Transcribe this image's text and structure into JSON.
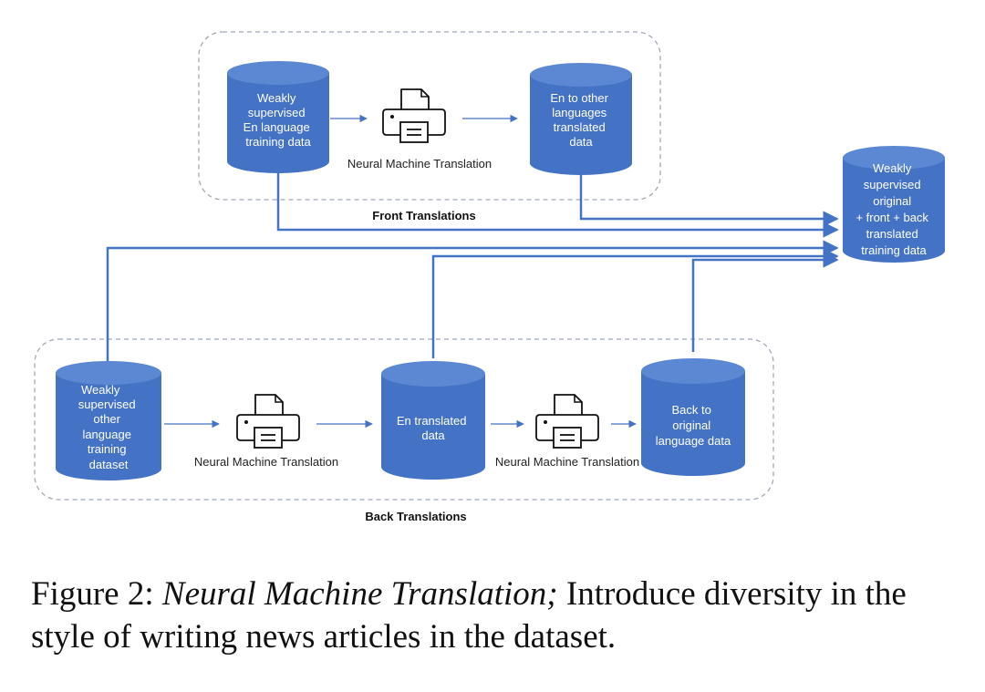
{
  "sections": {
    "front": "Front Translations",
    "back": "Back Translations"
  },
  "nodes": {
    "front_source": [
      "Weakly",
      "supervised",
      "En language",
      "training data"
    ],
    "front_result": [
      "En to other",
      "languages",
      "translated",
      "data"
    ],
    "final_output": [
      "Weakly",
      "supervised",
      "original",
      "+ front + back",
      "translated",
      "training data"
    ],
    "back_source": [
      "Weakly",
      "supervised",
      "other",
      "language",
      "training",
      "dataset"
    ],
    "back_mid": [
      "En translated",
      "data"
    ],
    "back_result": [
      "Back to",
      "original",
      "language data"
    ]
  },
  "processes": {
    "front_nmt": "Neural Machine Translation",
    "back_nmt_1": "Neural Machine Translation",
    "back_nmt_2": "Neural Machine Translation"
  },
  "icons": {
    "process": "printer-icon"
  },
  "caption": {
    "prefix": "Figure 2: ",
    "italic": "Neural Machine Translation;",
    "rest": " Introduce diversity in the style of writing news articles in the dataset."
  },
  "colors": {
    "cylinder_fill": "#4472C4",
    "cylinder_top": "#5B87D3",
    "arrow": "#4472C4",
    "dashed_border": "#9FA9B8",
    "icon_stroke": "#111111"
  }
}
